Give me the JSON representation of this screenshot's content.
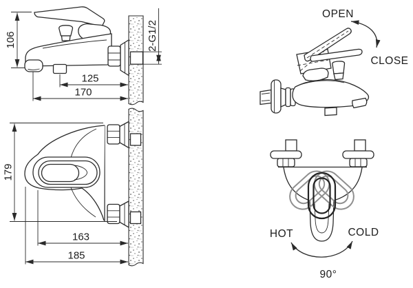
{
  "colors": {
    "ink": "#2a2a2a",
    "ghost": "#8f8f8f",
    "paper": "#ffffff"
  },
  "views": {
    "side": {
      "dim_height": "106",
      "dim_outlet": "125",
      "dim_reach": "170",
      "dim_thread": "2-G1/2"
    },
    "plan": {
      "dim_span": "179",
      "dim_body": "163",
      "dim_overall": "185"
    },
    "lever": {
      "open": "OPEN",
      "close": "CLOSE"
    },
    "rotation": {
      "hot": "HOT",
      "cold": "COLD",
      "angle": "90°"
    }
  }
}
